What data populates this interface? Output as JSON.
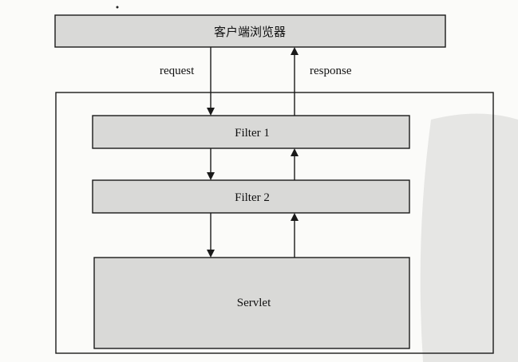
{
  "diagram": {
    "client": {
      "label": "客户端浏览器"
    },
    "flows": {
      "request": "request",
      "response": "response"
    },
    "filters": [
      {
        "label": "Filter 1"
      },
      {
        "label": "Filter 2"
      }
    ],
    "servlet": {
      "label": "Servlet"
    }
  },
  "colors": {
    "box_fill": "#d9d9d7",
    "box_stroke": "#1a1a1a",
    "line": "#1a1a1a",
    "watermark": "#e3e3e3"
  }
}
